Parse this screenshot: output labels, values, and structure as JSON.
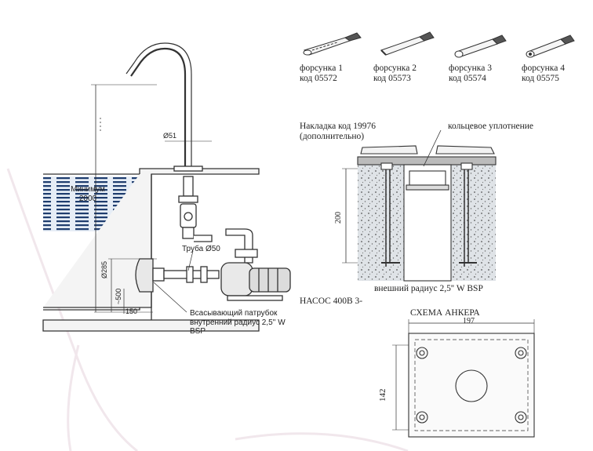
{
  "pool": {
    "min_label": "Минимум",
    "min_value": "2000",
    "pipe_label": "Труба Ø50",
    "diam_label": "Ø51",
    "suction_line1": "Всасывающий патрубок",
    "suction_line2": "внутренний радиус 2,5'' W",
    "suction_line3": "BSP",
    "dim_285": "Ø285",
    "dim_500": "~500",
    "dim_150": "150"
  },
  "nozzles": [
    {
      "name": "форсунка 1",
      "code": "код 05572"
    },
    {
      "name": "форсунка 2",
      "code": "код  05573"
    },
    {
      "name": "форсунка 3",
      "code": "код 05574"
    },
    {
      "name": "форсунка 4",
      "code": "код 05575"
    }
  ],
  "section": {
    "cover_line1": "Накладка код 19976",
    "cover_line2": "(дополнительно)",
    "seal_label": "кольцевое уплотнение",
    "dim_200": "200",
    "outer_radius": "внешний радиус 2,5'' W BSP"
  },
  "pump_label": "НАСОС 400В 3-",
  "anchor": {
    "title": "СХЕМА АНКЕРА",
    "width": "197",
    "height": "142"
  },
  "colors": {
    "line": "#333333",
    "water": "#3a5a8a",
    "concrete": "#d9dde2",
    "swoosh": "#efe6ea"
  }
}
